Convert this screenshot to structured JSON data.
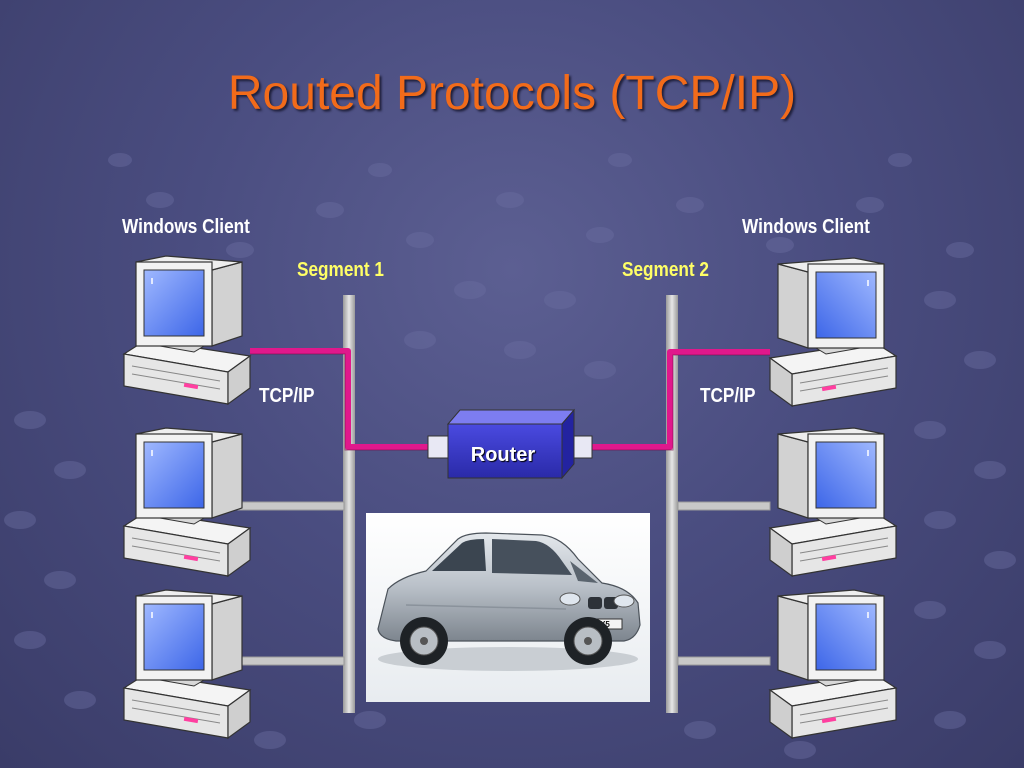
{
  "slide": {
    "title": "Routed Protocols (TCP/IP)"
  },
  "diagram": {
    "left_client_label": "Windows Client",
    "right_client_label": "Windows Client",
    "segment_1_label": "Segment 1",
    "segment_2_label": "Segment 2",
    "left_protocol_label": "TCP/IP",
    "right_protocol_label": "TCP/IP",
    "router_label": "Router",
    "car_plate": "X5"
  },
  "colors": {
    "title": "#f26b1a",
    "segment_label": "#ffff66",
    "active_link": "#e0188c",
    "bus": "#c8c8c8",
    "router_box": "#3a3ad0",
    "background": "#4a4d80"
  },
  "icons": {
    "computer": "desktop-computer-icon",
    "router": "router-icon",
    "photo": "suv-car-photo"
  }
}
